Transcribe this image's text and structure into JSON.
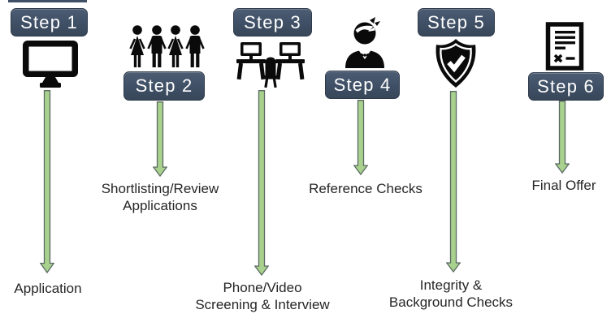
{
  "diagram": {
    "name": "six-step-process-flow",
    "steps": [
      {
        "label": "Step 1",
        "icon": "monitor-icon",
        "caption_lines": [
          "Application"
        ]
      },
      {
        "label": "Step 2",
        "icon": "team-icon",
        "caption_lines": [
          "Shortlisting/Review",
          "Applications"
        ]
      },
      {
        "label": "Step 3",
        "icon": "workstations-icon",
        "caption_lines": [
          "Phone/Video",
          "Screening & Interview"
        ]
      },
      {
        "label": "Step 4",
        "icon": "recruiter-icon",
        "caption_lines": [
          "Reference Checks"
        ]
      },
      {
        "label": "Step 5",
        "icon": "shield-check-icon",
        "caption_lines": [
          "Integrity &",
          "Background Checks"
        ]
      },
      {
        "label": "Step 6",
        "icon": "contract-icon",
        "caption_lines": [
          "Final Offer"
        ]
      }
    ]
  },
  "colors": {
    "step_box": "#3F4F65",
    "step_box_top": "#4C5C73",
    "step_box_border": "#2E3A4A",
    "step_text": "#FFFFFF",
    "arrow_fill": "#A9D18E",
    "arrow_stroke": "#5A6A62",
    "caption_text": "#262626",
    "icon": "#0A0A0A",
    "background": "#FFFFFF"
  }
}
